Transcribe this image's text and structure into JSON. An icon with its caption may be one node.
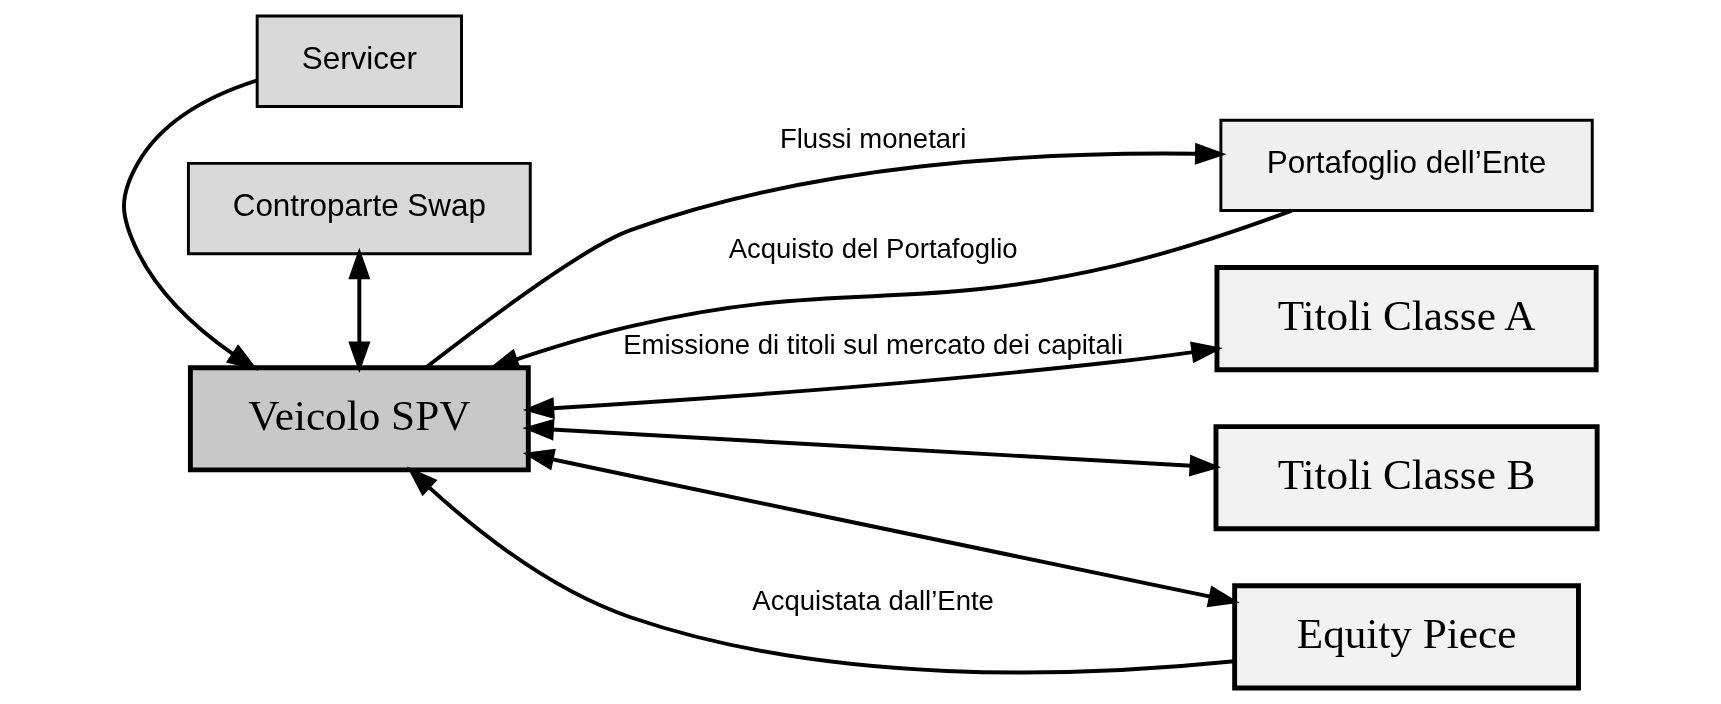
{
  "diagram": {
    "nodes": [
      {
        "text": [
          "Servicer"
        ]
      },
      {
        "text": [
          "Controparte Swap"
        ]
      },
      {
        "text": [
          "Portafoglio dell’Ente"
        ]
      },
      {
        "text": [
          "Veicolo SPV"
        ]
      },
      {
        "text": [
          "Titoli Classe A"
        ]
      },
      {
        "text": [
          "Titoli Classe B"
        ]
      },
      {
        "text": [
          "Equity Piece"
        ]
      }
    ],
    "edges": [
      {
        "from": 0,
        "to": 3,
        "arrow": "to"
      },
      {
        "from": 1,
        "to": 3,
        "arrow": "both"
      },
      {
        "from": 2,
        "to": 3,
        "arrow": "to",
        "label": "Acquisto del Portafoglio"
      },
      {
        "from": 3,
        "to": 2,
        "arrow": "to",
        "label": "Flussi monetari"
      },
      {
        "from": 3,
        "to": 4,
        "arrow": "both",
        "label": "Emissione di titoli sul mercato dei capitali"
      },
      {
        "from": 3,
        "to": 5,
        "arrow": "both"
      },
      {
        "from": 3,
        "to": 6,
        "arrow": "both"
      },
      {
        "from": 6,
        "to": 3,
        "arrow": "to",
        "label": "Acquistata dall’Ente"
      }
    ]
  }
}
